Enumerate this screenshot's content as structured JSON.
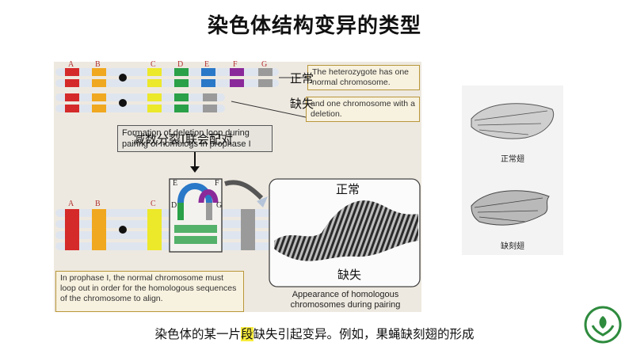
{
  "title": "染色体结构变异的类型",
  "diagram": {
    "gene_letters_top": [
      "A",
      "B",
      "C",
      "D",
      "E",
      "F",
      "G"
    ],
    "gene_letters_bottom": [
      "A",
      "B",
      "C"
    ],
    "loop_letters": [
      "E",
      "F",
      "D",
      "G"
    ],
    "callout_top": "The heterozygote has one normal chromosome.",
    "callout_mid": "and one chromosome with a deletion.",
    "formation_box": "Formation of deletion loop during pairing of homologs in prophase I",
    "prophase_box": "In prophase I, the normal chromosome must loop out in order for the homologous sequences of the chromosome to align.",
    "appearance_caption": "Appearance of homologous chromosomes during pairing",
    "cn_normal": "正常",
    "cn_deletion": "缺失",
    "cn_meiosis": "减数分裂I联会配对",
    "cn_normal_2": "正常",
    "cn_deletion_2": "缺失"
  },
  "wings": {
    "normal_label": "正常翅",
    "notched_label": "缺刻翅"
  },
  "caption": {
    "before": "染色体的某一片",
    "highlight": "段",
    "after": "缺失引起变异。例如，果蝇缺刻翅的形成"
  },
  "colors": {
    "gene_a": "#d42a2a",
    "gene_b": "#f0a820",
    "gene_c": "#ece82a",
    "gene_d": "#2aa048",
    "gene_e": "#2a78c8",
    "gene_f": "#8a2a9a",
    "gene_g": "#9a9a9a",
    "logo": "#2e8b3e"
  }
}
